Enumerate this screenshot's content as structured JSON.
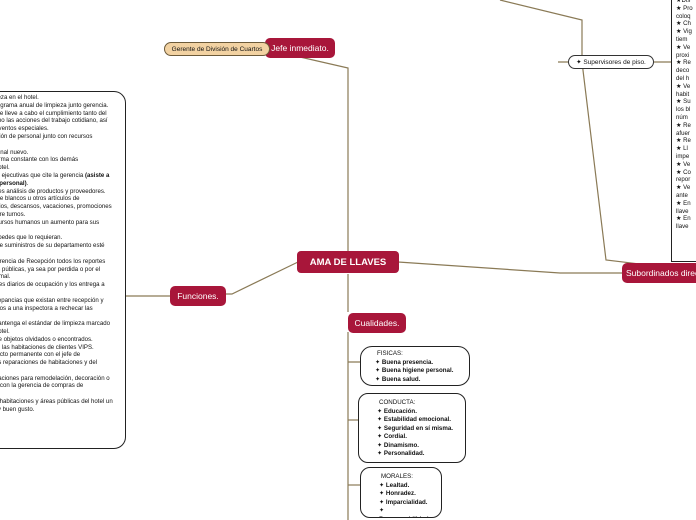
{
  "central": {
    "label": "AMA DE LLAVES"
  },
  "jefe": {
    "label": "Jefe inmediato.",
    "child": "Gerente de División de Cuartos"
  },
  "funciones": {
    "label": "Funciones.",
    "lines": [
      [
        {
          "t": "limpieza en el hotel."
        }
      ],
      [
        {
          "t": "el programa anual de limpieza junto gerencia."
        }
      ],
      [
        {
          "t": "que se lleve a cabo el cumplimiento tanto del"
        }
      ],
      [
        {
          "t": "l, como las acciones del trabajo cotidiano, así"
        }
      ],
      [
        {
          "t": "n a eventos especiales."
        }
      ],
      [
        {
          "t": "elección de personal junto con recursos"
        }
      ],
      [
        {
          "t": ""
        }
      ],
      [
        {
          "t": "personal nuevo."
        }
      ],
      [
        {
          "t": "de forma constante con los demás"
        }
      ],
      [
        {
          "t": "del hotel."
        }
      ],
      [
        {
          "t": "untas ejecutivas que cite la gerencia "
        },
        {
          "t": "(asiste a",
          "b": true
        }
      ],
      [
        {
          "t": "n su personal)",
          "b": true
        },
        {
          "t": "."
        }
      ],
      [
        {
          "t": "stantes análisis de productos y proveedores."
        }
      ],
      [
        {
          "t": "alta de blancos u otros artículos de"
        }
      ],
      [
        {
          "t": "horarios, descansos, vacaciones, promociones"
        }
      ],
      [
        {
          "t": "y cubre turnos."
        }
      ],
      [
        {
          "t": "a recursos humanos un aumento para sus"
        }
      ],
      [
        {
          "t": ""
        }
      ],
      [
        {
          "t": "huéspedes que lo requieran."
        }
      ],
      [
        {
          "t": "ock de suministros de su departamento esté"
        }
      ],
      [
        {
          "t": "to."
        }
      ],
      [
        {
          "t": "la Gerencia de Recepción todos los reportes"
        }
      ],
      [
        {
          "t": "áreas públicas, ya sea por perdida o por el"
        }
      ],
      [
        {
          "t": "o normal."
        }
      ],
      [
        {
          "t": "oportes diarios de ocupación y los entrega a"
        }
      ],
      [
        {
          "t": ""
        }
      ],
      [
        {
          "t": "discrepancias que existan entre recepción y"
        }
      ],
      [
        {
          "t": "nviados a una inspectora a rechecar las"
        }
      ],
      [
        {
          "t": ""
        }
      ],
      [
        {
          "t": "se mantenga el estándar de limpieza marcado"
        }
      ],
      [
        {
          "t": "del hotel."
        }
      ],
      [
        {
          "t": "trol de objetos olvidados o encontrados."
        }
      ],
      [
        {
          "t": "eo de las habitaciones de clientes VIPS."
        }
      ],
      [
        {
          "t": "contacto permanente con el jefe de"
        }
      ],
      [
        {
          "t": "de las reparaciones de habitaciones y del"
        }
      ],
      [
        {
          "t": ""
        }
      ],
      [
        {
          "t": "habitaciones para remodelación, decoración o"
        }
      ],
      [
        {
          "t": "junto con la gerencia de compras de"
        }
      ],
      [
        {
          "t": ""
        }
      ],
      [
        {
          "t": "a las habitaciones y áreas públicas del hotel un"
        }
      ],
      [
        {
          "t": "ncia y buen gusto."
        }
      ]
    ]
  },
  "subordinados": {
    "label": "Subordinados direc",
    "child": "✦ Supervisores de piso.",
    "lines": [
      "★Dis",
      "★ Pro",
      "coloq",
      "★ Ch",
      "★ Vig",
      "tiem",
      "★ Ve",
      "proxi",
      "★ Re",
      "deco",
      "del h",
      "★ Ve",
      "habit",
      "★ Su",
      "los bl",
      "núm",
      "★ Re",
      "afuer",
      "★ Re",
      "★ Ll",
      "impe",
      "★ Ve",
      "★ Co",
      "repor",
      "★ Ve",
      "ante",
      "★ En",
      "llave",
      "★ En",
      "llave"
    ]
  },
  "cualidades": {
    "label": "Cualidades.",
    "groups": [
      {
        "title": "FISICAS:",
        "items": [
          "✦ Buena presencia.",
          "✦ Buena higiene personal.",
          "✦ Buena salud."
        ]
      },
      {
        "title": "CONDUCTA:",
        "items": [
          "✦ Educación.",
          "✦ Estabilidad emocional.",
          "✦ Seguridad en sí misma.",
          "✦ Cordial.",
          "✦ Dinamismo.",
          "✦ Personalidad."
        ]
      },
      {
        "title": "MORALES:",
        "items": [
          "✦ Lealtad.",
          "✦ Honradez.",
          "✦ Imparcialidad.",
          "✦ Responsabilidad."
        ]
      }
    ]
  },
  "colors": {
    "node": "#a8163a",
    "connector": "#8a7a56",
    "tan": "#f2d2a2"
  }
}
